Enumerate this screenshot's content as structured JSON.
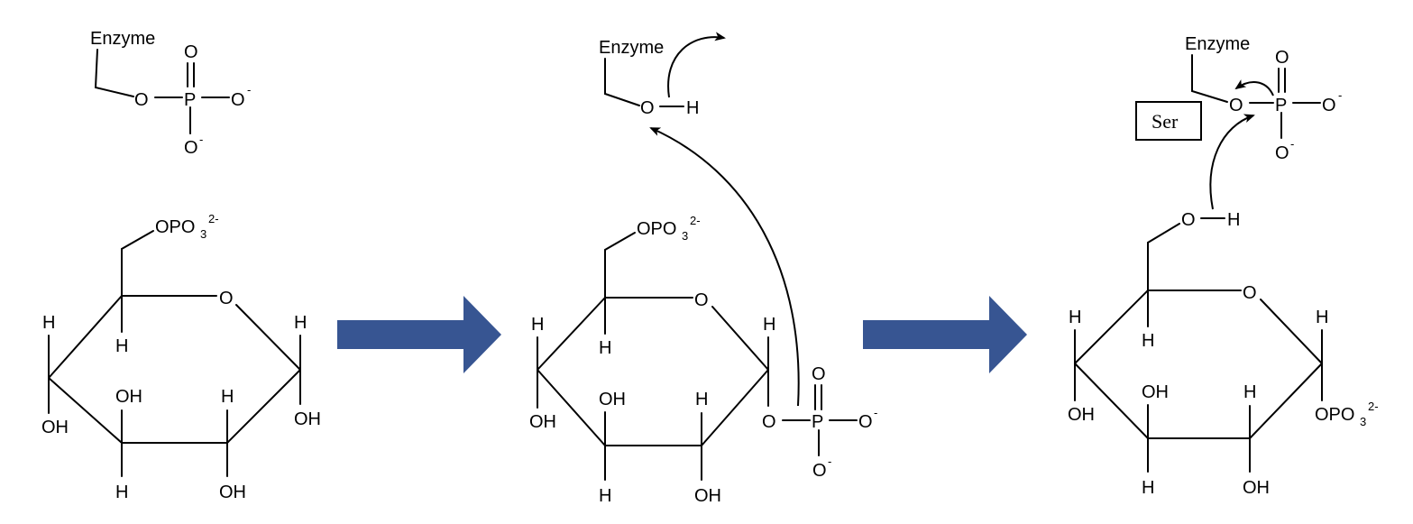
{
  "colors": {
    "arrow": "#375592",
    "ink": "#000000",
    "background": "#ffffff"
  },
  "labels": {
    "enzyme": "Enzyme",
    "o": "O",
    "p": "P",
    "h": "H",
    "oh": "OH",
    "minus": "-",
    "opo3": "OPO",
    "sub3": "3",
    "charge2": "2-",
    "ser": "Ser"
  },
  "panels": [
    {
      "name": "phosphoenzyme-and-glucose-6-phosphate"
    },
    {
      "name": "enzyme-and-glucose-1-6-bisphosphate"
    },
    {
      "name": "phosphoenzyme-and-glucose-1-phosphate"
    }
  ],
  "arrows": [
    {
      "name": "reaction-arrow-1",
      "direction": "right"
    },
    {
      "name": "reaction-arrow-2",
      "direction": "right"
    }
  ]
}
